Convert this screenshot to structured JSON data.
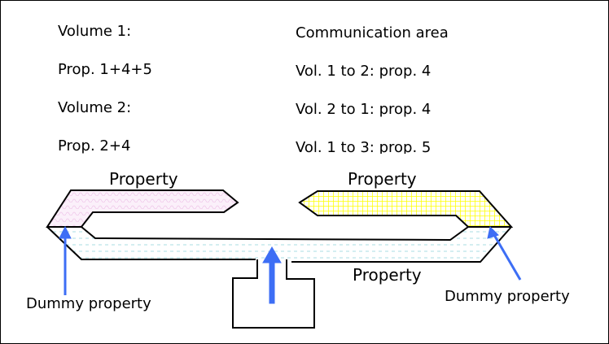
{
  "left_column": [
    "Volume 1:",
    "Prop. 1+4+5",
    "Volume 2:",
    "Prop. 2+4"
  ],
  "right_column": [
    "Communication area",
    "Vol. 1 to 2: prop. 4",
    "Vol. 2 to 1: prop. 4",
    "Vol. 1 to 3: prop. 5"
  ],
  "labels": {
    "top_left_property": "Property",
    "top_right_property": "Property",
    "bottom_property": "Property",
    "dummy_left": "Dummy property",
    "dummy_right": "Dummy property"
  },
  "colors": {
    "arrow": "#3d6ef5",
    "pink": "#f4d4ef",
    "yellow": "#ffff00",
    "cyan": "#a8dde3"
  }
}
